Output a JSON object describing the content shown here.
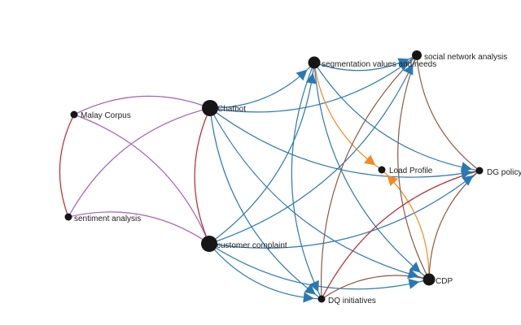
{
  "colors": {
    "blue": "#2a78b2",
    "orange": "#f5891f",
    "purple": "#a560b8",
    "red": "#b8262a",
    "brown": "#8a5a44",
    "node": "#161616",
    "background": "#ffffff"
  },
  "nodes": [
    {
      "id": "chatbot",
      "label": "Chatbot",
      "size": "large"
    },
    {
      "id": "customer-complaint",
      "label": "customer complaint",
      "size": "large"
    },
    {
      "id": "segmentation",
      "label": "segmentation values and needs",
      "size": "medium"
    },
    {
      "id": "social-network",
      "label": "social network analysis",
      "size": "small"
    },
    {
      "id": "malay-corpus",
      "label": "Malay Corpus",
      "size": "small"
    },
    {
      "id": "sentiment",
      "label": "sentiment analysis",
      "size": "small"
    },
    {
      "id": "load-profile",
      "label": "Load Profile",
      "size": "small"
    },
    {
      "id": "dg-policy",
      "label": "DG policy",
      "size": "small"
    },
    {
      "id": "cdp",
      "label": "CDP",
      "size": "medium"
    },
    {
      "id": "dq-initiatives",
      "label": "DQ initiatives",
      "size": "small"
    }
  ],
  "edges": [
    {
      "from": "chatbot",
      "to": "malay-corpus",
      "color": "purple",
      "arrow": false
    },
    {
      "from": "chatbot",
      "to": "sentiment",
      "color": "purple",
      "arrow": false
    },
    {
      "from": "customer-complaint",
      "to": "malay-corpus",
      "color": "purple",
      "arrow": false
    },
    {
      "from": "customer-complaint",
      "to": "sentiment",
      "color": "purple",
      "arrow": false
    },
    {
      "from": "malay-corpus",
      "to": "sentiment",
      "color": "red",
      "arrow": false
    },
    {
      "from": "chatbot",
      "to": "customer-complaint",
      "color": "red",
      "arrow": false
    },
    {
      "from": "chatbot",
      "to": "segmentation",
      "color": "blue",
      "arrow": true
    },
    {
      "from": "chatbot",
      "to": "social-network",
      "color": "blue",
      "arrow": true
    },
    {
      "from": "chatbot",
      "to": "dg-policy",
      "color": "blue",
      "arrow": true
    },
    {
      "from": "chatbot",
      "to": "cdp",
      "color": "blue",
      "arrow": true
    },
    {
      "from": "chatbot",
      "to": "dq-initiatives",
      "color": "blue",
      "arrow": true
    },
    {
      "from": "customer-complaint",
      "to": "segmentation",
      "color": "blue",
      "arrow": true
    },
    {
      "from": "customer-complaint",
      "to": "social-network",
      "color": "blue",
      "arrow": true
    },
    {
      "from": "customer-complaint",
      "to": "dg-policy",
      "color": "blue",
      "arrow": true
    },
    {
      "from": "customer-complaint",
      "to": "cdp",
      "color": "blue",
      "arrow": true
    },
    {
      "from": "customer-complaint",
      "to": "dq-initiatives",
      "color": "blue",
      "arrow": true
    },
    {
      "from": "segmentation",
      "to": "social-network",
      "color": "blue",
      "arrow": true
    },
    {
      "from": "segmentation",
      "to": "dg-policy",
      "color": "blue",
      "arrow": true
    },
    {
      "from": "segmentation",
      "to": "cdp",
      "color": "blue",
      "arrow": true
    },
    {
      "from": "segmentation",
      "to": "dq-initiatives",
      "color": "blue",
      "arrow": true
    },
    {
      "from": "segmentation",
      "to": "load-profile",
      "color": "orange",
      "arrow": true
    },
    {
      "from": "cdp",
      "to": "load-profile",
      "color": "orange",
      "arrow": true
    },
    {
      "from": "social-network",
      "to": "dg-policy",
      "color": "brown",
      "arrow": false
    },
    {
      "from": "social-network",
      "to": "cdp",
      "color": "brown",
      "arrow": false
    },
    {
      "from": "social-network",
      "to": "dq-initiatives",
      "color": "brown",
      "arrow": false
    },
    {
      "from": "dg-policy",
      "to": "cdp",
      "color": "brown",
      "arrow": false
    },
    {
      "from": "dg-policy",
      "to": "dq-initiatives",
      "color": "red",
      "arrow": false
    },
    {
      "from": "cdp",
      "to": "dq-initiatives",
      "color": "brown",
      "arrow": false
    }
  ]
}
